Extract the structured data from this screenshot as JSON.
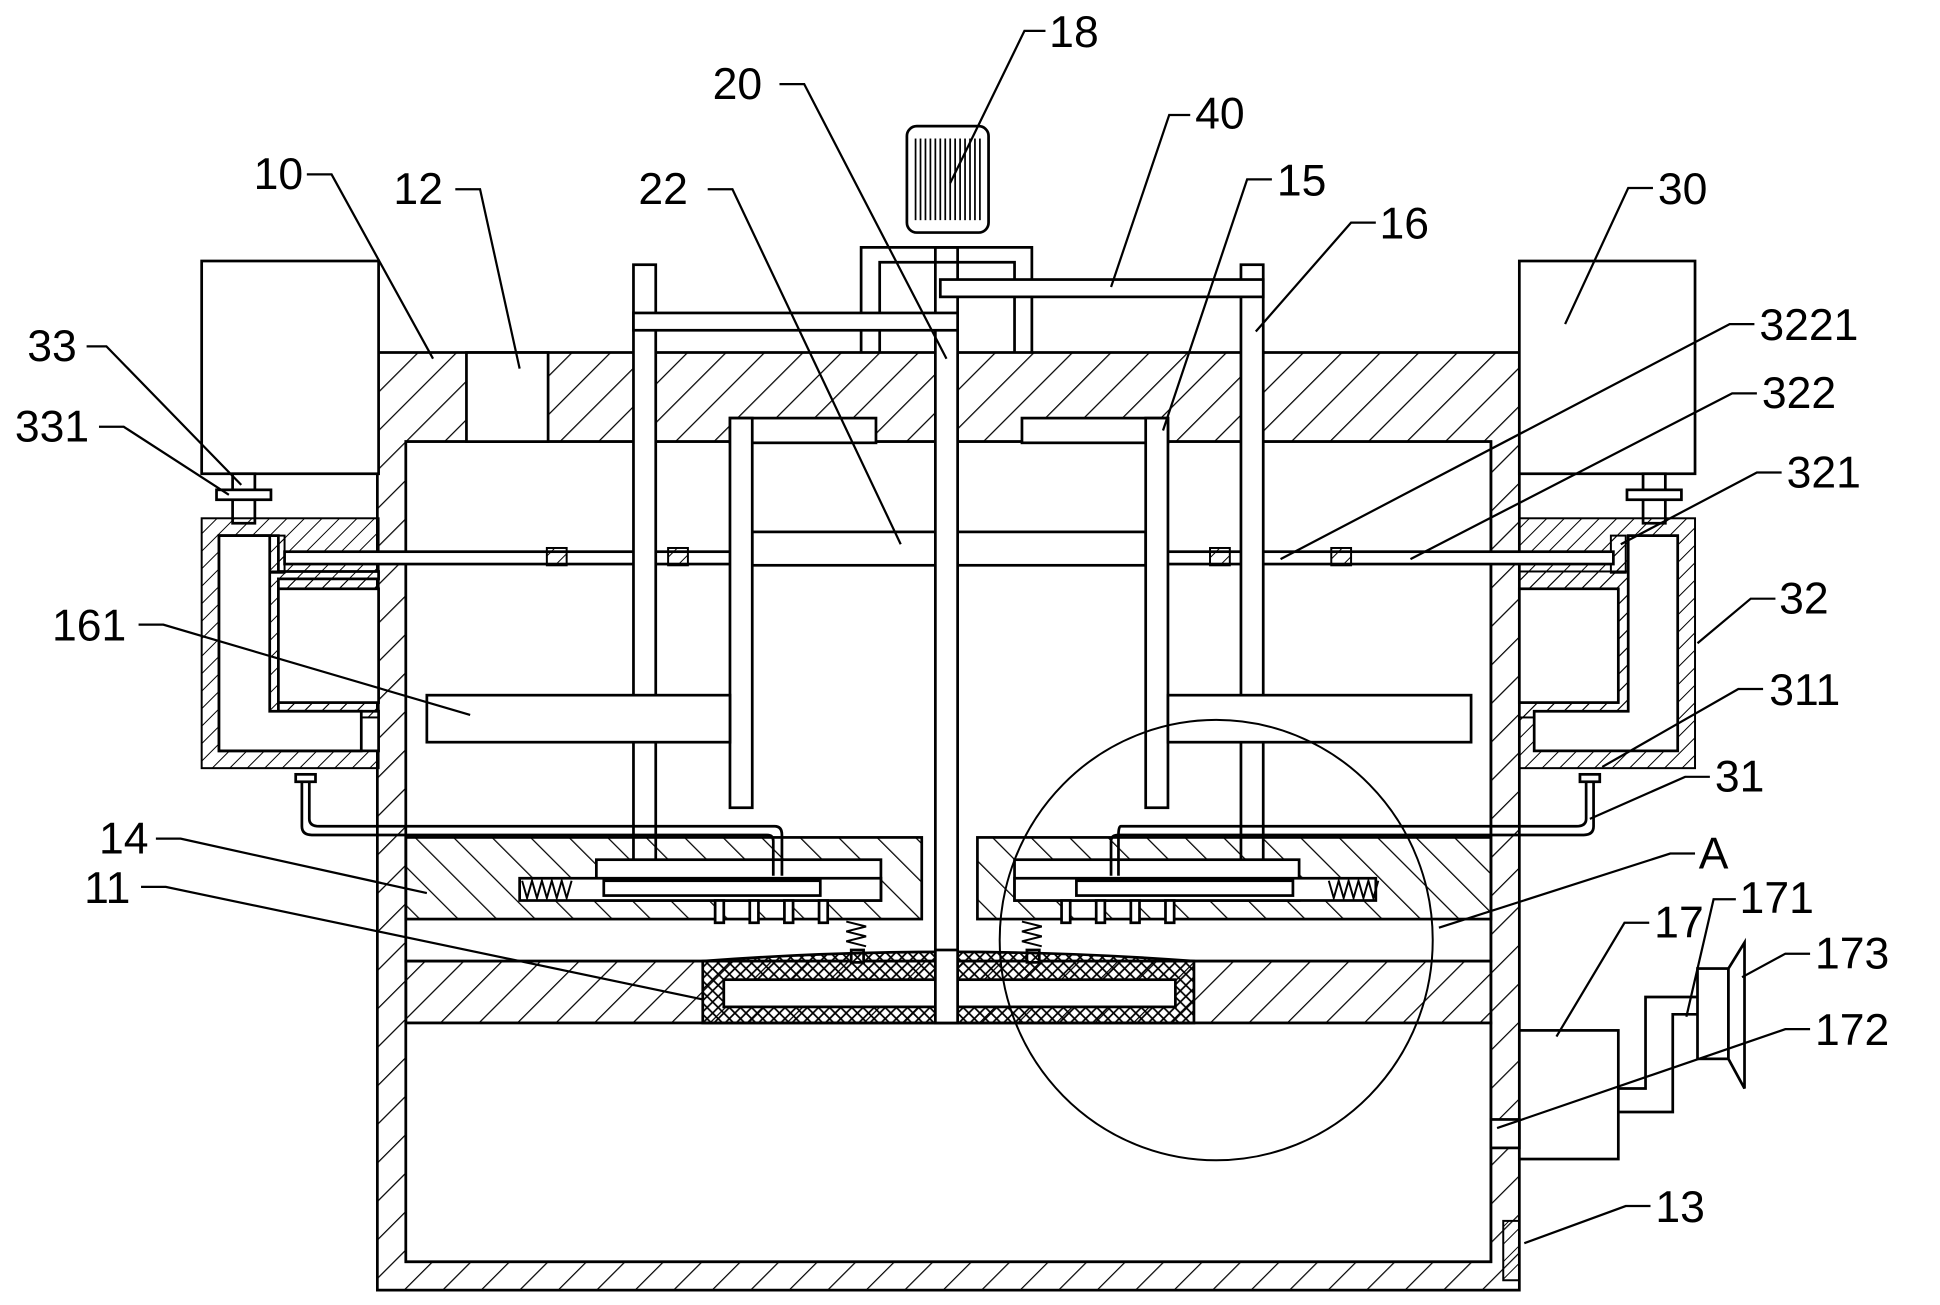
{
  "figure": {
    "type": "patent cross-section drawing",
    "colors": {
      "line": "#000000",
      "background": "#ffffff"
    },
    "reference_labels": [
      {
        "id": "10",
        "text": "10"
      },
      {
        "id": "11",
        "text": "11"
      },
      {
        "id": "12",
        "text": "12"
      },
      {
        "id": "13",
        "text": "13"
      },
      {
        "id": "14",
        "text": "14"
      },
      {
        "id": "15",
        "text": "15"
      },
      {
        "id": "16",
        "text": "16"
      },
      {
        "id": "161",
        "text": "161"
      },
      {
        "id": "17",
        "text": "17"
      },
      {
        "id": "171",
        "text": "171"
      },
      {
        "id": "172",
        "text": "172"
      },
      {
        "id": "173",
        "text": "173"
      },
      {
        "id": "18",
        "text": "18"
      },
      {
        "id": "20",
        "text": "20"
      },
      {
        "id": "22",
        "text": "22"
      },
      {
        "id": "30",
        "text": "30"
      },
      {
        "id": "31",
        "text": "31"
      },
      {
        "id": "311",
        "text": "311"
      },
      {
        "id": "32",
        "text": "32"
      },
      {
        "id": "321",
        "text": "321"
      },
      {
        "id": "322",
        "text": "322"
      },
      {
        "id": "3221",
        "text": "3221"
      },
      {
        "id": "33",
        "text": "33"
      },
      {
        "id": "331",
        "text": "331"
      },
      {
        "id": "40",
        "text": "40"
      },
      {
        "id": "A",
        "text": "A"
      }
    ],
    "detail_view": {
      "label": "A",
      "shape": "circle"
    }
  },
  "labels": {
    "l10": "10",
    "l11": "11",
    "l12": "12",
    "l13": "13",
    "l14": "14",
    "l15": "15",
    "l16": "16",
    "l161": "161",
    "l17": "17",
    "l171": "171",
    "l172": "172",
    "l173": "173",
    "l18": "18",
    "l20": "20",
    "l22": "22",
    "l30": "30",
    "l31": "31",
    "l311": "311",
    "l32": "32",
    "l321": "321",
    "l322": "322",
    "l3221": "3221",
    "l33": "33",
    "l331": "331",
    "l40": "40",
    "lA": "A"
  }
}
